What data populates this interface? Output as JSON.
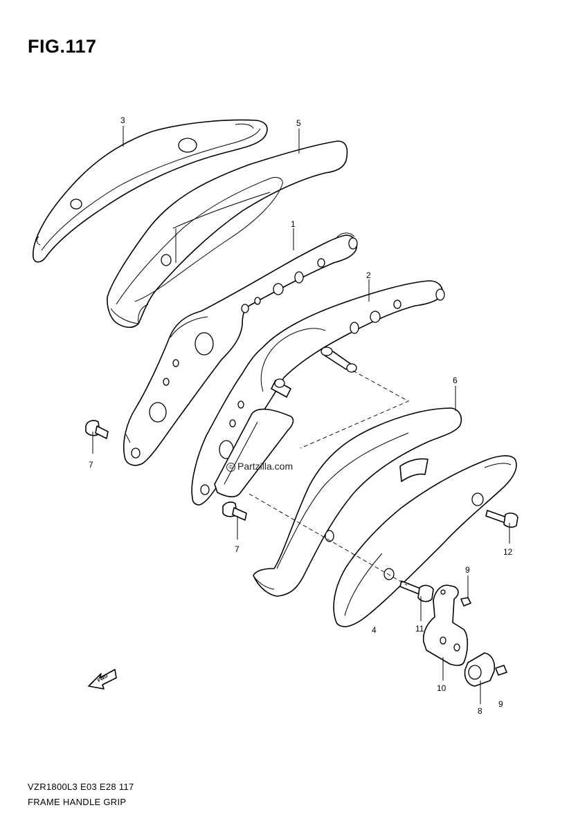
{
  "figure": {
    "title": "FIG.117",
    "code": "VZR1800L3  E03  E28  117",
    "name": "FRAME HANDLE GRIP",
    "watermark": "Partzilla.com",
    "watermark_symbol": "©",
    "fwd_label": "FWD"
  },
  "callouts": {
    "c1": "1",
    "c2": "2",
    "c3": "3",
    "c4": "4",
    "c5": "5",
    "c6": "6",
    "c7a": "7",
    "c7b": "7",
    "c8": "8",
    "c9a": "9",
    "c9b": "9",
    "c10": "10",
    "c11": "11",
    "c12": "12"
  }
}
